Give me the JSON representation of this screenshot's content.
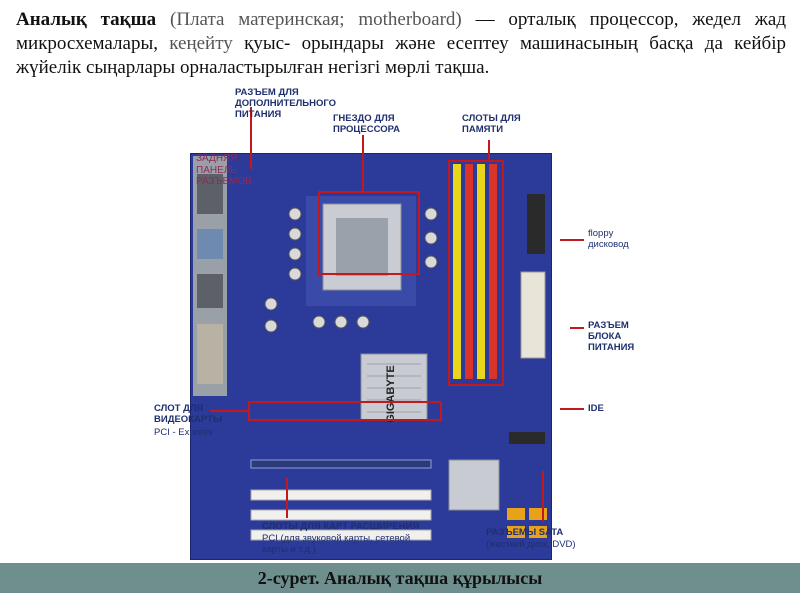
{
  "intro": {
    "term": "Аналық тақша",
    "paren": "(Плата материнская; motherboard)",
    "rest1": " — орталық процессор, жедел жад микросхемалары, ",
    "muted_word": "кеңейту",
    "rest2": " қуыс- орындары және есептеу машинасының басқа да кейбір жүйелік сыңарлары орналастырылған негізгі мөрлі тақша."
  },
  "labels": {
    "power_extra": "РАЗЪЕМ ДЛЯ ДОПОЛНИТЕЛЬНОГО ПИТАНИЯ",
    "cpu_socket": "ГНЕЗДО ДЛЯ ПРОЦЕССОРА",
    "memory": "СЛОТЫ ДЛЯ ПАМЯТИ",
    "floppy": "floppy дисковод",
    "power_block": "РАЗЪЕМ БЛОКА ПИТАНИЯ",
    "ide": "IDE",
    "video_title": "СЛОТ ДЛЯ ВИДЕОКАРТЫ",
    "video_sub": "PCI - Express",
    "expansion_title": "СЛОТЫ ДЛЯ КАРТ РАСШИРЕНИЯ",
    "expansion_sub": "PCI (для звуковой карты, сетевой карты и т.д.)",
    "sata_title": "РАЗЪЕМЫ SATA",
    "sata_sub": "(жесткий диск, DVD)",
    "rear_panel": "ЗАДНЯЯ ПАНЕЛЬ РАЗЪЕМОВ",
    "chip_brand": "GIGABYTE"
  },
  "caption": "2-сурет. Аналық тақша құрылысы"
}
